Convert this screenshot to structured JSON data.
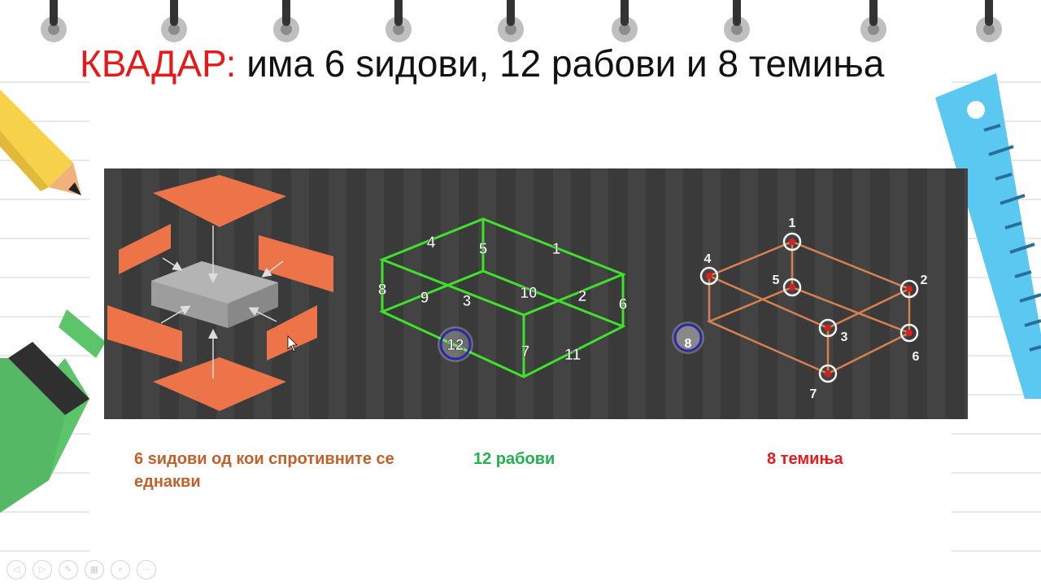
{
  "slide": {
    "title_keyword": "КВАДАР:",
    "title_rest": " има 6 ѕидови, 12 рабови и 8 темиња"
  },
  "figure": {
    "edge_labels": [
      "1",
      "2",
      "3",
      "4",
      "5",
      "6",
      "7",
      "8",
      "9",
      "10",
      "11",
      "12"
    ],
    "vertex_labels": [
      "1",
      "2",
      "3",
      "4",
      "5",
      "6",
      "7",
      "8"
    ],
    "colors": {
      "faces": "#ec7448",
      "edges": "#3ee22a",
      "vertices": "#d9804f",
      "vertex_mark": "#e01d1d",
      "background": "#3a3a3a"
    }
  },
  "captions": {
    "faces": "6 ѕидови од кои спротивните се еднакви",
    "edges": "12 рабови",
    "vertices": "8 темиња"
  },
  "caption_colors": {
    "faces": "#c0602a",
    "edges": "#22b14c",
    "vertices": "#e01d1d"
  },
  "player_controls": [
    {
      "icon": "prev-icon",
      "glyph": "◁"
    },
    {
      "icon": "next-icon",
      "glyph": "▷"
    },
    {
      "icon": "pen-icon",
      "glyph": "✎"
    },
    {
      "icon": "slides-icon",
      "glyph": "▦"
    },
    {
      "icon": "zoom-icon",
      "glyph": "⌕"
    },
    {
      "icon": "more-icon",
      "glyph": "⋯"
    }
  ]
}
